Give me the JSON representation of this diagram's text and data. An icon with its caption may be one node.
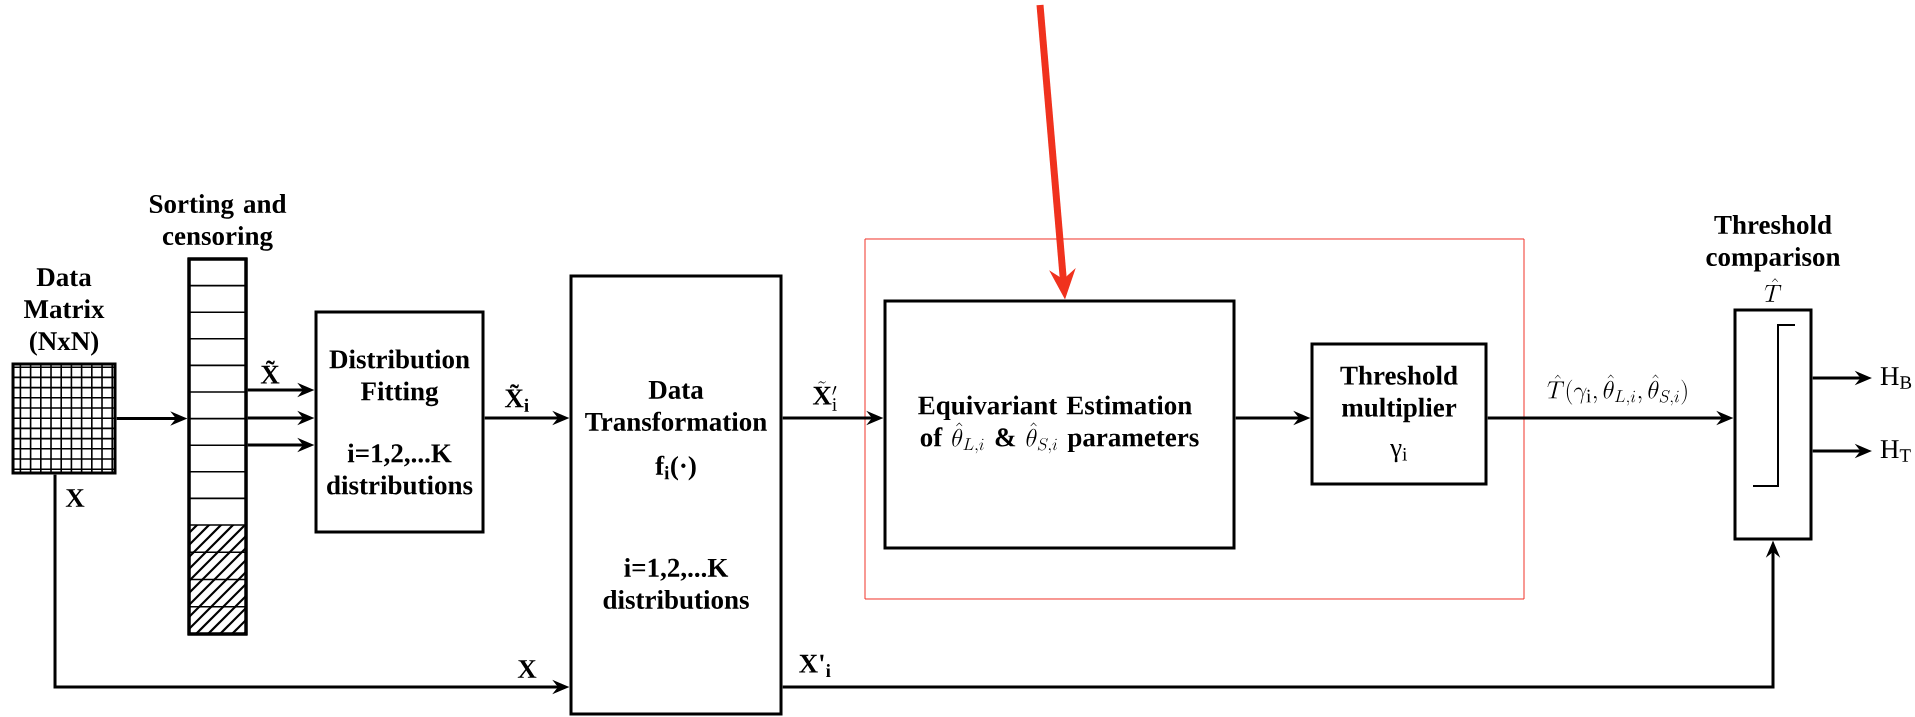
{
  "diagram": {
    "nodes": [
      {
        "text": [
          "Data Matrix (NxN)"
        ]
      },
      {
        "text": [
          "Sorting and censoring"
        ]
      },
      {
        "text": [
          "Distribution Fitting",
          "i=1,2,...K distributions"
        ]
      },
      {
        "text": [
          "Data Transformation",
          "f$_{i}$(·)",
          "i=1,2,...K distributions"
        ]
      },
      {
        "text": [],
        "shape": "box"
      },
      {
        "text": [
          "\\textbf{Equivariant Estimation}\\ \\allowbreak\\textbf{of }\\hat{\\theta}_{L,i}\\textbf{ \\& }\\hat{\\theta}_{S,i}\\textbf{ parameters}"
        ],
        "in": 4
      },
      {
        "text": [
          "Threshold multiplier",
          "γ$_{i}$"
        ],
        "in": 4
      },
      {
        "text": [
          "Threshold comparison",
          "\\hat{T}"
        ]
      },
      {
        "text": [
          "H$_{B}$"
        ]
      },
      {
        "text": [
          "H$_{T}$"
        ]
      }
    ],
    "edges": [
      {
        "from": 0,
        "to": 1,
        "arrow": "to"
      },
      {
        "from": 1,
        "to": 2,
        "arrow": "to",
        "label": "X̃"
      },
      {
        "from": 1,
        "to": 2,
        "arrow": "to"
      },
      {
        "from": 1,
        "to": 2,
        "arrow": "to"
      },
      {
        "from": 2,
        "to": 3,
        "arrow": "to",
        "label": "X̃$_{i}$"
      },
      {
        "from": 3,
        "to": 5,
        "arrow": "to",
        "label": "\\tilde{\\mathbf{X}}'_{\\mathrm{i}}"
      },
      {
        "from": 5,
        "to": 6,
        "arrow": "to"
      },
      {
        "from": 6,
        "to": 7,
        "arrow": "to",
        "label": "\\hat{T}(\\gamma_{\\mathrm{i}},\\hat{\\theta}_{L,i},\\hat{\\theta}_{S,i})"
      },
      {
        "from": 7,
        "to": 8,
        "arrow": "to"
      },
      {
        "from": 7,
        "to": 9,
        "arrow": "to"
      },
      {
        "from": 0,
        "to": 3,
        "arrow": "to",
        "label": "X"
      },
      {
        "from": 3,
        "to": 7,
        "arrow": "to",
        "label": "X'$_{i}$"
      },
      {
        "from": null,
        "to": 5,
        "arrow": "to",
        "style": "thick",
        "color": "#f0321e"
      }
    ],
    "labels": [
      "X"
    ]
  }
}
